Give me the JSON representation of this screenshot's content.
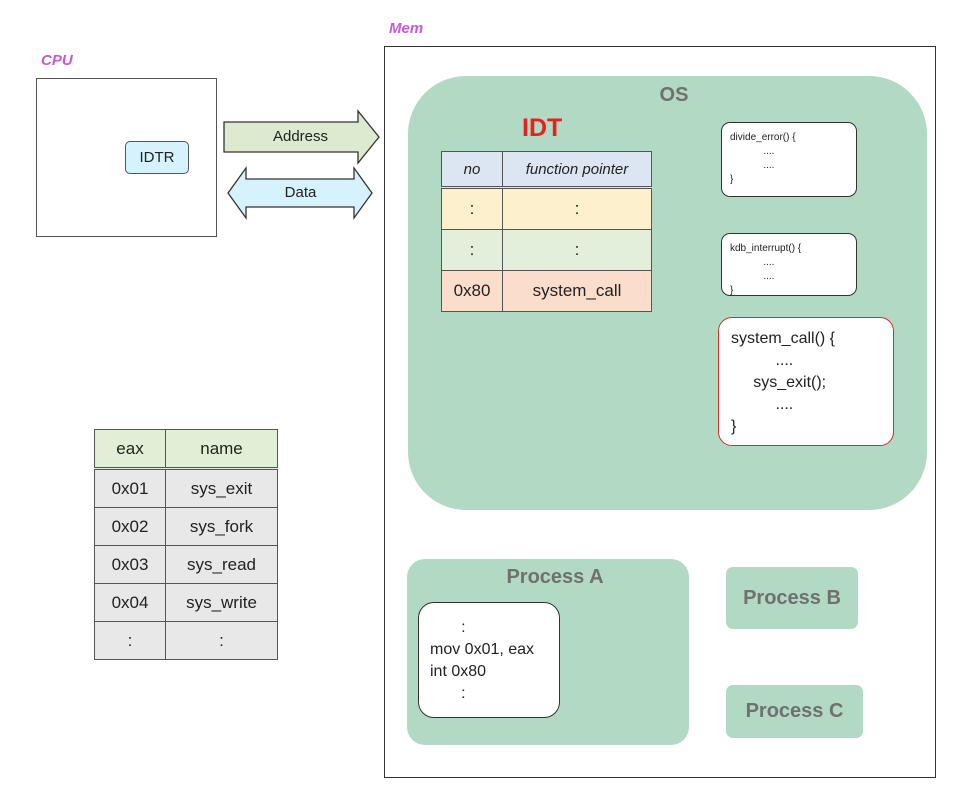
{
  "cpu": {
    "label": "CPU",
    "register": "IDTR"
  },
  "bus": {
    "address_label": "Address",
    "data_label": "Data"
  },
  "memory": {
    "label": "Mem",
    "os": {
      "title": "OS",
      "idt_title": "IDT",
      "idt_headers": [
        "no",
        "function pointer"
      ],
      "idt_rows": [
        {
          "no": ":",
          "fp": ":",
          "color": "#fdf0cc"
        },
        {
          "no": ":",
          "fp": ":",
          "color": "#e3eedb"
        },
        {
          "no": "0x80",
          "fp": "system_call",
          "color": "#fbddcc"
        }
      ],
      "functions": {
        "divide_error": "divide_error() {\n            ....\n            ....\n}",
        "kdb_interrupt": "kdb_interrupt() {\n            ....\n            ....\n}",
        "system_call": "system_call() {\n          ....\n     sys_exit();\n          ....\n}"
      }
    },
    "process_a": {
      "title": "Process A",
      "code": "       :\nmov 0x01, eax\nint 0x80\n       :"
    },
    "process_b": {
      "title": "Process B"
    },
    "process_c": {
      "title": "Process C"
    }
  },
  "syscall_table": {
    "headers": [
      "eax",
      "name"
    ],
    "rows": [
      [
        "0x01",
        "sys_exit"
      ],
      [
        "0x02",
        "sys_fork"
      ],
      [
        "0x03",
        "sys_read"
      ],
      [
        "0x04",
        "sys_write"
      ],
      [
        ":",
        ":"
      ]
    ]
  },
  "colors": {
    "os_green": "#b1d9c4",
    "idt_title_red": "#e8211f",
    "label_purple": "#c45ad8",
    "address_arrow_fill": "#dcebd0",
    "data_arrow_fill": "#d6f2fc"
  }
}
